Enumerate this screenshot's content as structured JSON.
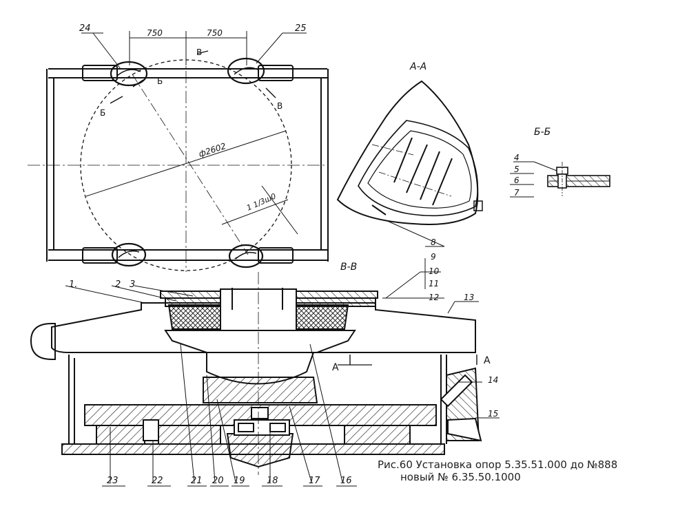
{
  "caption": {
    "line1": "Рис.60 Установка опор 5.35.51.000 до №888",
    "line2": "новый № 6.35.50.1000"
  },
  "plan_view": {
    "dim_left": "750",
    "dim_right": "750",
    "diameter": "ф2602",
    "radial_dim": "1 1/3ш0",
    "section_b": "Б",
    "section_v": "В"
  },
  "section_titles": {
    "aa": "А-А",
    "bb": "Б-Б",
    "vv": "В-В"
  },
  "section_a_mark": "А",
  "callouts": {
    "n1": "1.",
    "n2": "2",
    "n3": "3",
    "n4": "4",
    "n5": "5",
    "n6": "6",
    "n7": "7",
    "n8": "8",
    "n9": "9",
    "n10": "10",
    "n11": "11",
    "n12": "12",
    "n13": "13",
    "n14": "14",
    "n15": "15",
    "n16": "16",
    "n17": "17",
    "n18": "18",
    "n19": "19",
    "n20": "20",
    "n21": "21",
    "n22": "22",
    "n23": "23",
    "n24": "24",
    "n25": "25"
  },
  "colors": {
    "ink": "#111111"
  }
}
